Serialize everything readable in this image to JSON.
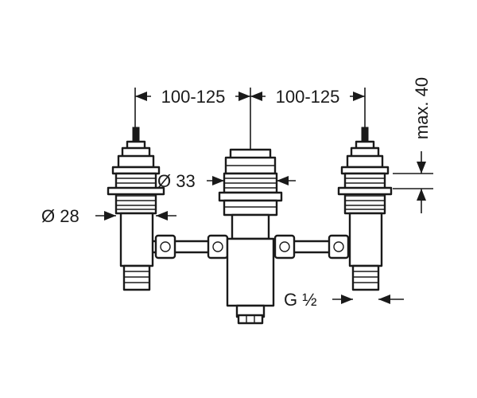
{
  "dimensions": {
    "spacing_left": "100-125",
    "spacing_right": "100-125",
    "max_height": "max. 40",
    "diameter_large": "Ø 33",
    "diameter_small": "Ø 28",
    "thread": "G ½"
  },
  "colors": {
    "line": "#1a1a1a",
    "background": "#ffffff"
  }
}
